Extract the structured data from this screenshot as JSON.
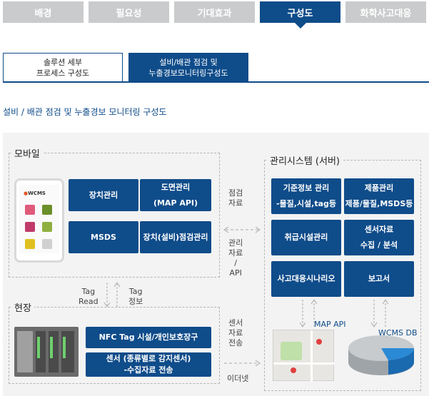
{
  "top_tabs": [
    {
      "label": "배경"
    },
    {
      "label": "필요성"
    },
    {
      "label": "기대효과"
    },
    {
      "label": "구성도"
    },
    {
      "label": "화학사고대응"
    }
  ],
  "sub_tabs": [
    {
      "line1": "솔루션 세부",
      "line2": "프로세스 구성도"
    },
    {
      "line1": "설비/배관 점검 및",
      "line2": "누출경보모니터링구성도"
    }
  ],
  "section_title": "설비 / 배관 점검 및 누출경보 모니터링 구성도",
  "diagram": {
    "mobile": {
      "title": "모바일",
      "buttons": [
        {
          "label": "장치관리"
        },
        {
          "line1": "도면관리",
          "line2": "(MAP API)"
        },
        {
          "label": "MSDS"
        },
        {
          "label": "장치(설비)점검관리"
        }
      ],
      "phone_brand": "WCMS"
    },
    "server": {
      "title": "관리시스템 (서버)",
      "buttons": [
        {
          "line1": "기준정보 관리",
          "line2": "-물질,시설,tag등"
        },
        {
          "line1": "제품관리",
          "line2": "제품/물질,MSDS등"
        },
        {
          "label": "취급시설관리"
        },
        {
          "line1": "센서자료",
          "line2": "수집 / 분석"
        },
        {
          "label": "사고대응시나리오"
        },
        {
          "label": "보고서"
        }
      ],
      "map_label": "MAP API",
      "db_label": "WCMS DB"
    },
    "site": {
      "title": "현장",
      "buttons": [
        {
          "label": "NFC Tag 시설/개인보호장구"
        },
        {
          "line1": "센서 (종류별로 감지센서)",
          "line2": "-수집자료 전송"
        }
      ]
    },
    "labels": {
      "inspect_data": [
        "점검",
        "자료"
      ],
      "manage_data": [
        "관리",
        "자료",
        "/",
        "API"
      ],
      "tag_read": [
        "Tag",
        "Read"
      ],
      "tag_info": [
        "Tag",
        "정보"
      ],
      "sensor_data": [
        "센서",
        "자료",
        "전송"
      ],
      "ethernet": "이더넷"
    }
  }
}
